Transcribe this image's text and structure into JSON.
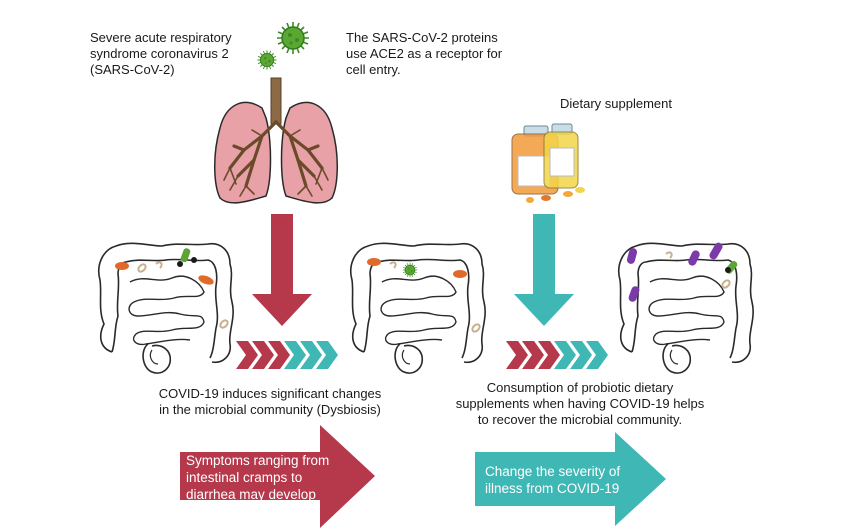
{
  "virus_label": {
    "line1": "Severe acute respiratory",
    "line2": "syndrome coronavirus 2",
    "line3": "(SARS-CoV-2)"
  },
  "receptor_label": {
    "line1": "The SARS-CoV-2 proteins",
    "line2": "use ACE2 as a receptor for",
    "line3": "cell entry."
  },
  "supplement_label": "Dietary supplement",
  "dysbiosis_caption": {
    "line1": "COVID-19 induces significant changes",
    "line2": "in the microbial community (Dysbiosis)"
  },
  "probiotic_caption": {
    "line1": "Consumption of probiotic dietary",
    "line2": "supplements when having COVID-19 helps",
    "line3": "to recover the microbial community."
  },
  "symptoms_arrow": {
    "line1": "Symptoms ranging from",
    "line2": "intestinal cramps to",
    "line3": "diarrhea may develop"
  },
  "severity_arrow": {
    "line1": "Change the severity of",
    "line2": "illness from COVID-19"
  },
  "colors": {
    "red": "#b5384b",
    "teal": "#3fb7b5",
    "virus_green": "#4c9a2a",
    "lung_pink": "#e8a1a6",
    "bronchi_brown": "#6b4a2b",
    "bacteria_orange": "#e06a2a",
    "bacteria_purple": "#7a3aa8",
    "bacteria_green": "#5da434"
  }
}
